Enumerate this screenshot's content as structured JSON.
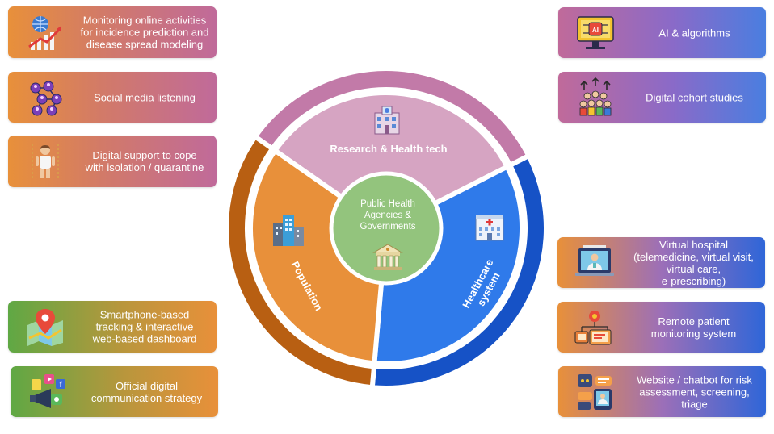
{
  "center": {
    "label": "Public Health\nAgencies &\nGovernments"
  },
  "segments": {
    "research": "Research & Health tech",
    "population": "Population",
    "healthcare": "Healthcare\nsystem"
  },
  "left_cards": [
    {
      "text": "Monitoring online activities\nfor incidence prediction and\ndisease spread modeling",
      "icon": "growth-chart-icon"
    },
    {
      "text": "Social media listening",
      "icon": "social-network-icon"
    },
    {
      "text": "Digital support to cope\nwith isolation / quarantine",
      "icon": "person-isolation-icon"
    },
    {
      "text": "Smartphone-based\ntracking & interactive\nweb-based dashboard",
      "icon": "map-pin-icon"
    },
    {
      "text": "Official digital\ncommunication strategy",
      "icon": "megaphone-icon"
    }
  ],
  "right_cards": [
    {
      "text": "AI & algorithms",
      "icon": "ai-monitor-icon"
    },
    {
      "text": "Digital cohort studies",
      "icon": "crowd-icon"
    },
    {
      "text": "Virtual hospital\n(telemedicine, virtual visit,\nvirtual care,\ne-prescribing)",
      "icon": "telemedicine-icon"
    },
    {
      "text": "Remote patient\nmonitoring system",
      "icon": "remote-monitoring-icon"
    },
    {
      "text": "Website / chatbot for risk\nassessment, screening,\ntriage",
      "icon": "chatbot-icon"
    }
  ],
  "colors": {
    "research": "#d6a4c2",
    "research_outer": "#c27aa8",
    "population": "#e8903a",
    "population_outer": "#b85f12",
    "healthcare": "#2f7aea",
    "healthcare_outer": "#1652c6",
    "center": "#93c47d"
  }
}
